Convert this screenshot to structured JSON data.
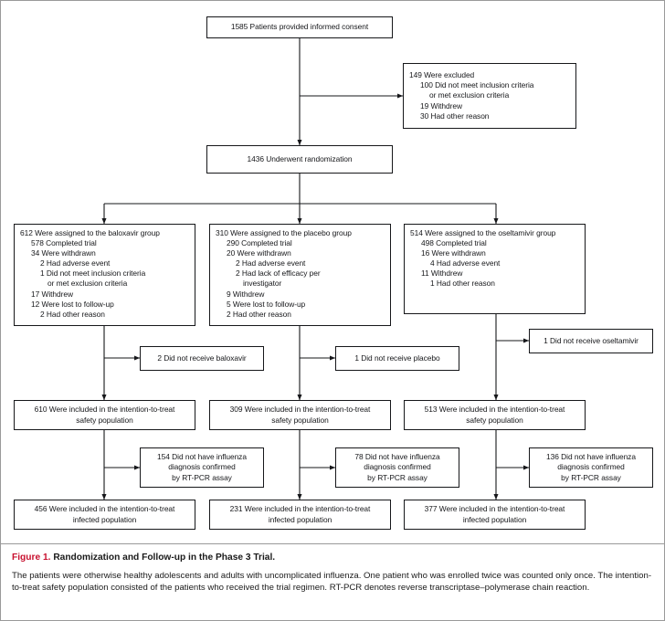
{
  "figure": {
    "number_label": "Figure 1.",
    "title": "Randomization and Follow-up in the Phase 3 Trial.",
    "caption": "The patients were otherwise healthy adolescents and adults with uncomplicated influenza. One patient who was enrolled twice was counted only once. The intention-to-treat safety population consisted of the patients who received the trial regimen. RT-PCR denotes reverse transcriptase–polymerase chain reaction.",
    "accent_color": "#c8102e",
    "border_color": "#16171a",
    "text_color": "#16171a",
    "background_color": "#ffffff"
  },
  "nodes": {
    "consent": {
      "label": "1585 Patients provided informed consent"
    },
    "excluded": {
      "lines": [
        "149 Were excluded",
        "100 Did not meet inclusion criteria",
        "or met exclusion criteria",
        "19 Withdrew",
        "30 Had other reason"
      ]
    },
    "randomized": {
      "label": "1436 Underwent randomization"
    },
    "baloxavir_assigned": {
      "lines": [
        "612 Were assigned to the baloxavir group",
        "578 Completed trial",
        "34 Were withdrawn",
        "2 Had adverse event",
        "1 Did not meet inclusion criteria",
        "or met exclusion criteria",
        "17 Withdrew",
        "12 Were lost to follow-up",
        "2 Had other reason"
      ]
    },
    "placebo_assigned": {
      "lines": [
        "310 Were assigned to the placebo group",
        "290 Completed trial",
        "20 Were withdrawn",
        "2 Had adverse event",
        "2 Had lack of efficacy per",
        "investigator",
        "9 Withdrew",
        "5 Were lost to follow-up",
        "2 Had other reason"
      ]
    },
    "oseltamivir_assigned": {
      "lines": [
        "514 Were assigned to the oseltamivir group",
        "498 Completed trial",
        "16 Were withdrawn",
        "4 Had adverse event",
        "11 Withdrew",
        "1 Had other reason"
      ]
    },
    "no_baloxavir": {
      "label": "2 Did not receive baloxavir"
    },
    "no_placebo": {
      "label": "1 Did not receive placebo"
    },
    "no_oseltamivir": {
      "label": "1 Did not receive oseltamivir"
    },
    "baloxavir_safety": {
      "line1": "610 Were included in the intention-to-treat",
      "line2": "safety population"
    },
    "placebo_safety": {
      "line1": "309 Were included in the intention-to-treat",
      "line2": "safety population"
    },
    "oseltamivir_safety": {
      "line1": "513 Were included in the intention-to-treat",
      "line2": "safety population"
    },
    "baloxavir_no_pcr": {
      "line1": "154 Did not have influenza",
      "line2": "diagnosis confirmed",
      "line3": "by RT-PCR assay"
    },
    "placebo_no_pcr": {
      "line1": "78 Did not have influenza",
      "line2": "diagnosis confirmed",
      "line3": "by RT-PCR assay"
    },
    "oseltamivir_no_pcr": {
      "line1": "136 Did not have influenza",
      "line2": "diagnosis confirmed",
      "line3": "by RT-PCR assay"
    },
    "baloxavir_infected": {
      "line1": "456 Were included in the intention-to-treat",
      "line2": "infected population"
    },
    "placebo_infected": {
      "line1": "231 Were included in the intention-to-treat",
      "line2": "infected population"
    },
    "oseltamivir_infected": {
      "line1": "377 Were included in the intention-to-treat",
      "line2": "infected population"
    }
  }
}
